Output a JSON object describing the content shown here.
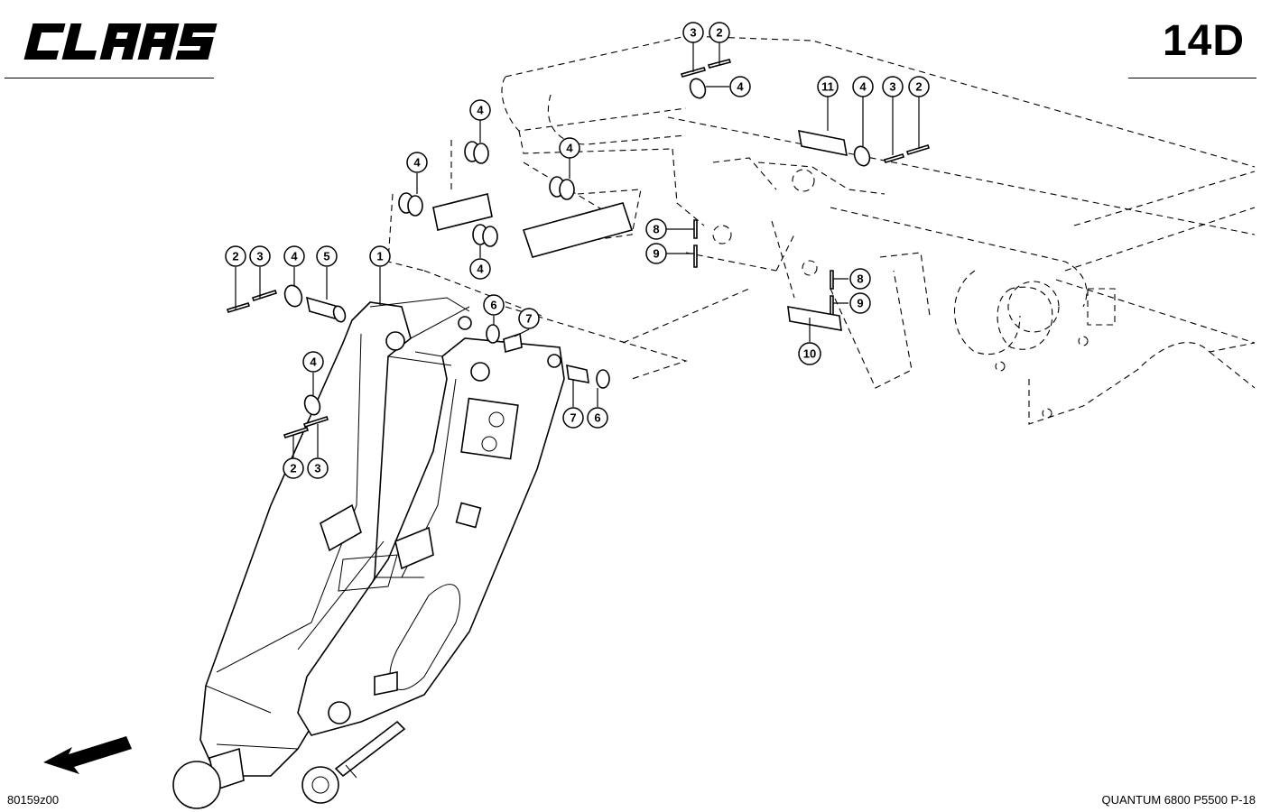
{
  "header": {
    "brand": "CLAAS",
    "page_code": "14D"
  },
  "footer": {
    "drawing_number": "80159z00",
    "model": "QUANTUM 6800 P5500 P-18"
  },
  "callouts": [
    "3",
    "2",
    "4",
    "11",
    "4",
    "3",
    "2",
    "4",
    "4",
    "4",
    "8",
    "9",
    "2",
    "3",
    "4",
    "5",
    "1",
    "4",
    "6",
    "7",
    "8",
    "9",
    "10",
    "4",
    "7",
    "6",
    "2",
    "3"
  ],
  "icons": [
    "direction-arrow-icon"
  ]
}
